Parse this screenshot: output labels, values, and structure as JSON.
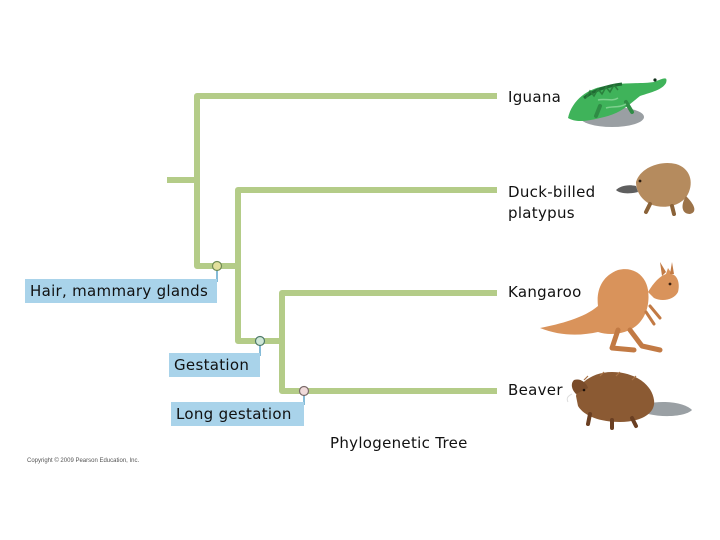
{
  "taxa": [
    {
      "label": "Iguana"
    },
    {
      "label_line1": "Duck-billed",
      "label_line2": "platypus"
    },
    {
      "label": "Kangaroo"
    },
    {
      "label": "Beaver"
    }
  ],
  "characters": [
    {
      "label": "Hair, mammary glands"
    },
    {
      "label": "Gestation"
    },
    {
      "label": "Long gestation"
    }
  ],
  "caption": "Phylogenetic Tree",
  "copyright": "Copyright © 2009 Pearson Education, Inc.",
  "colors": {
    "branch": "#b4cc88",
    "label_bg": "#a9d3ea",
    "node_fill": "#e2e09c",
    "node_stroke": "#6f8c55",
    "connector": "#86bcd8"
  }
}
